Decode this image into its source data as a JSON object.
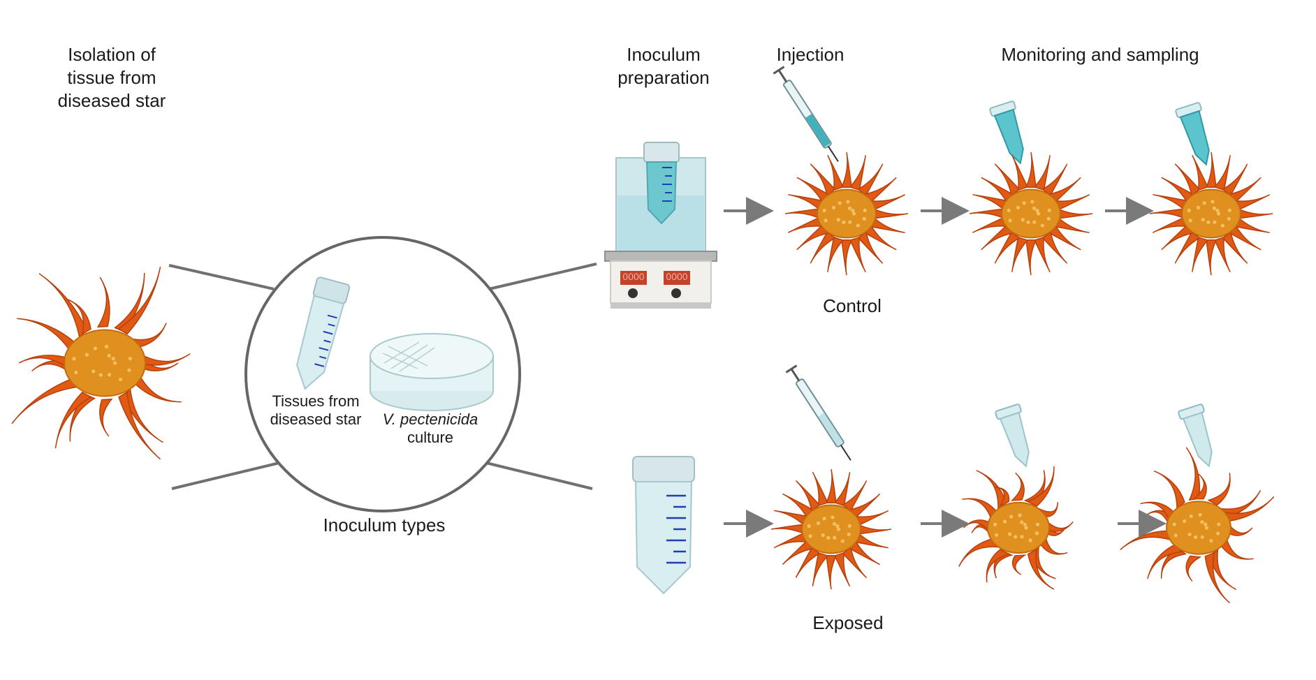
{
  "labels": {
    "isolation": "Isolation of\ntissue from\ndiseased star",
    "inoculum_preparation": "Inoculum\npreparation",
    "injection": "Injection",
    "monitoring": "Monitoring and sampling",
    "tissues": "Tissues from\ndiseased star",
    "vp_name": "V. pectenicida",
    "vp_culture": "culture",
    "inoculum_types": "Inoculum types",
    "control": "Control",
    "exposed": "Exposed"
  },
  "display": {
    "left": "0000",
    "right": "0000"
  },
  "colors": {
    "star_orange": "#e05a14",
    "star_center": "#e0901e",
    "liquid_blue": "#5cc4cc",
    "tube_blue": "#cfe9ec",
    "arrow_gray": "#7a7a7a"
  }
}
